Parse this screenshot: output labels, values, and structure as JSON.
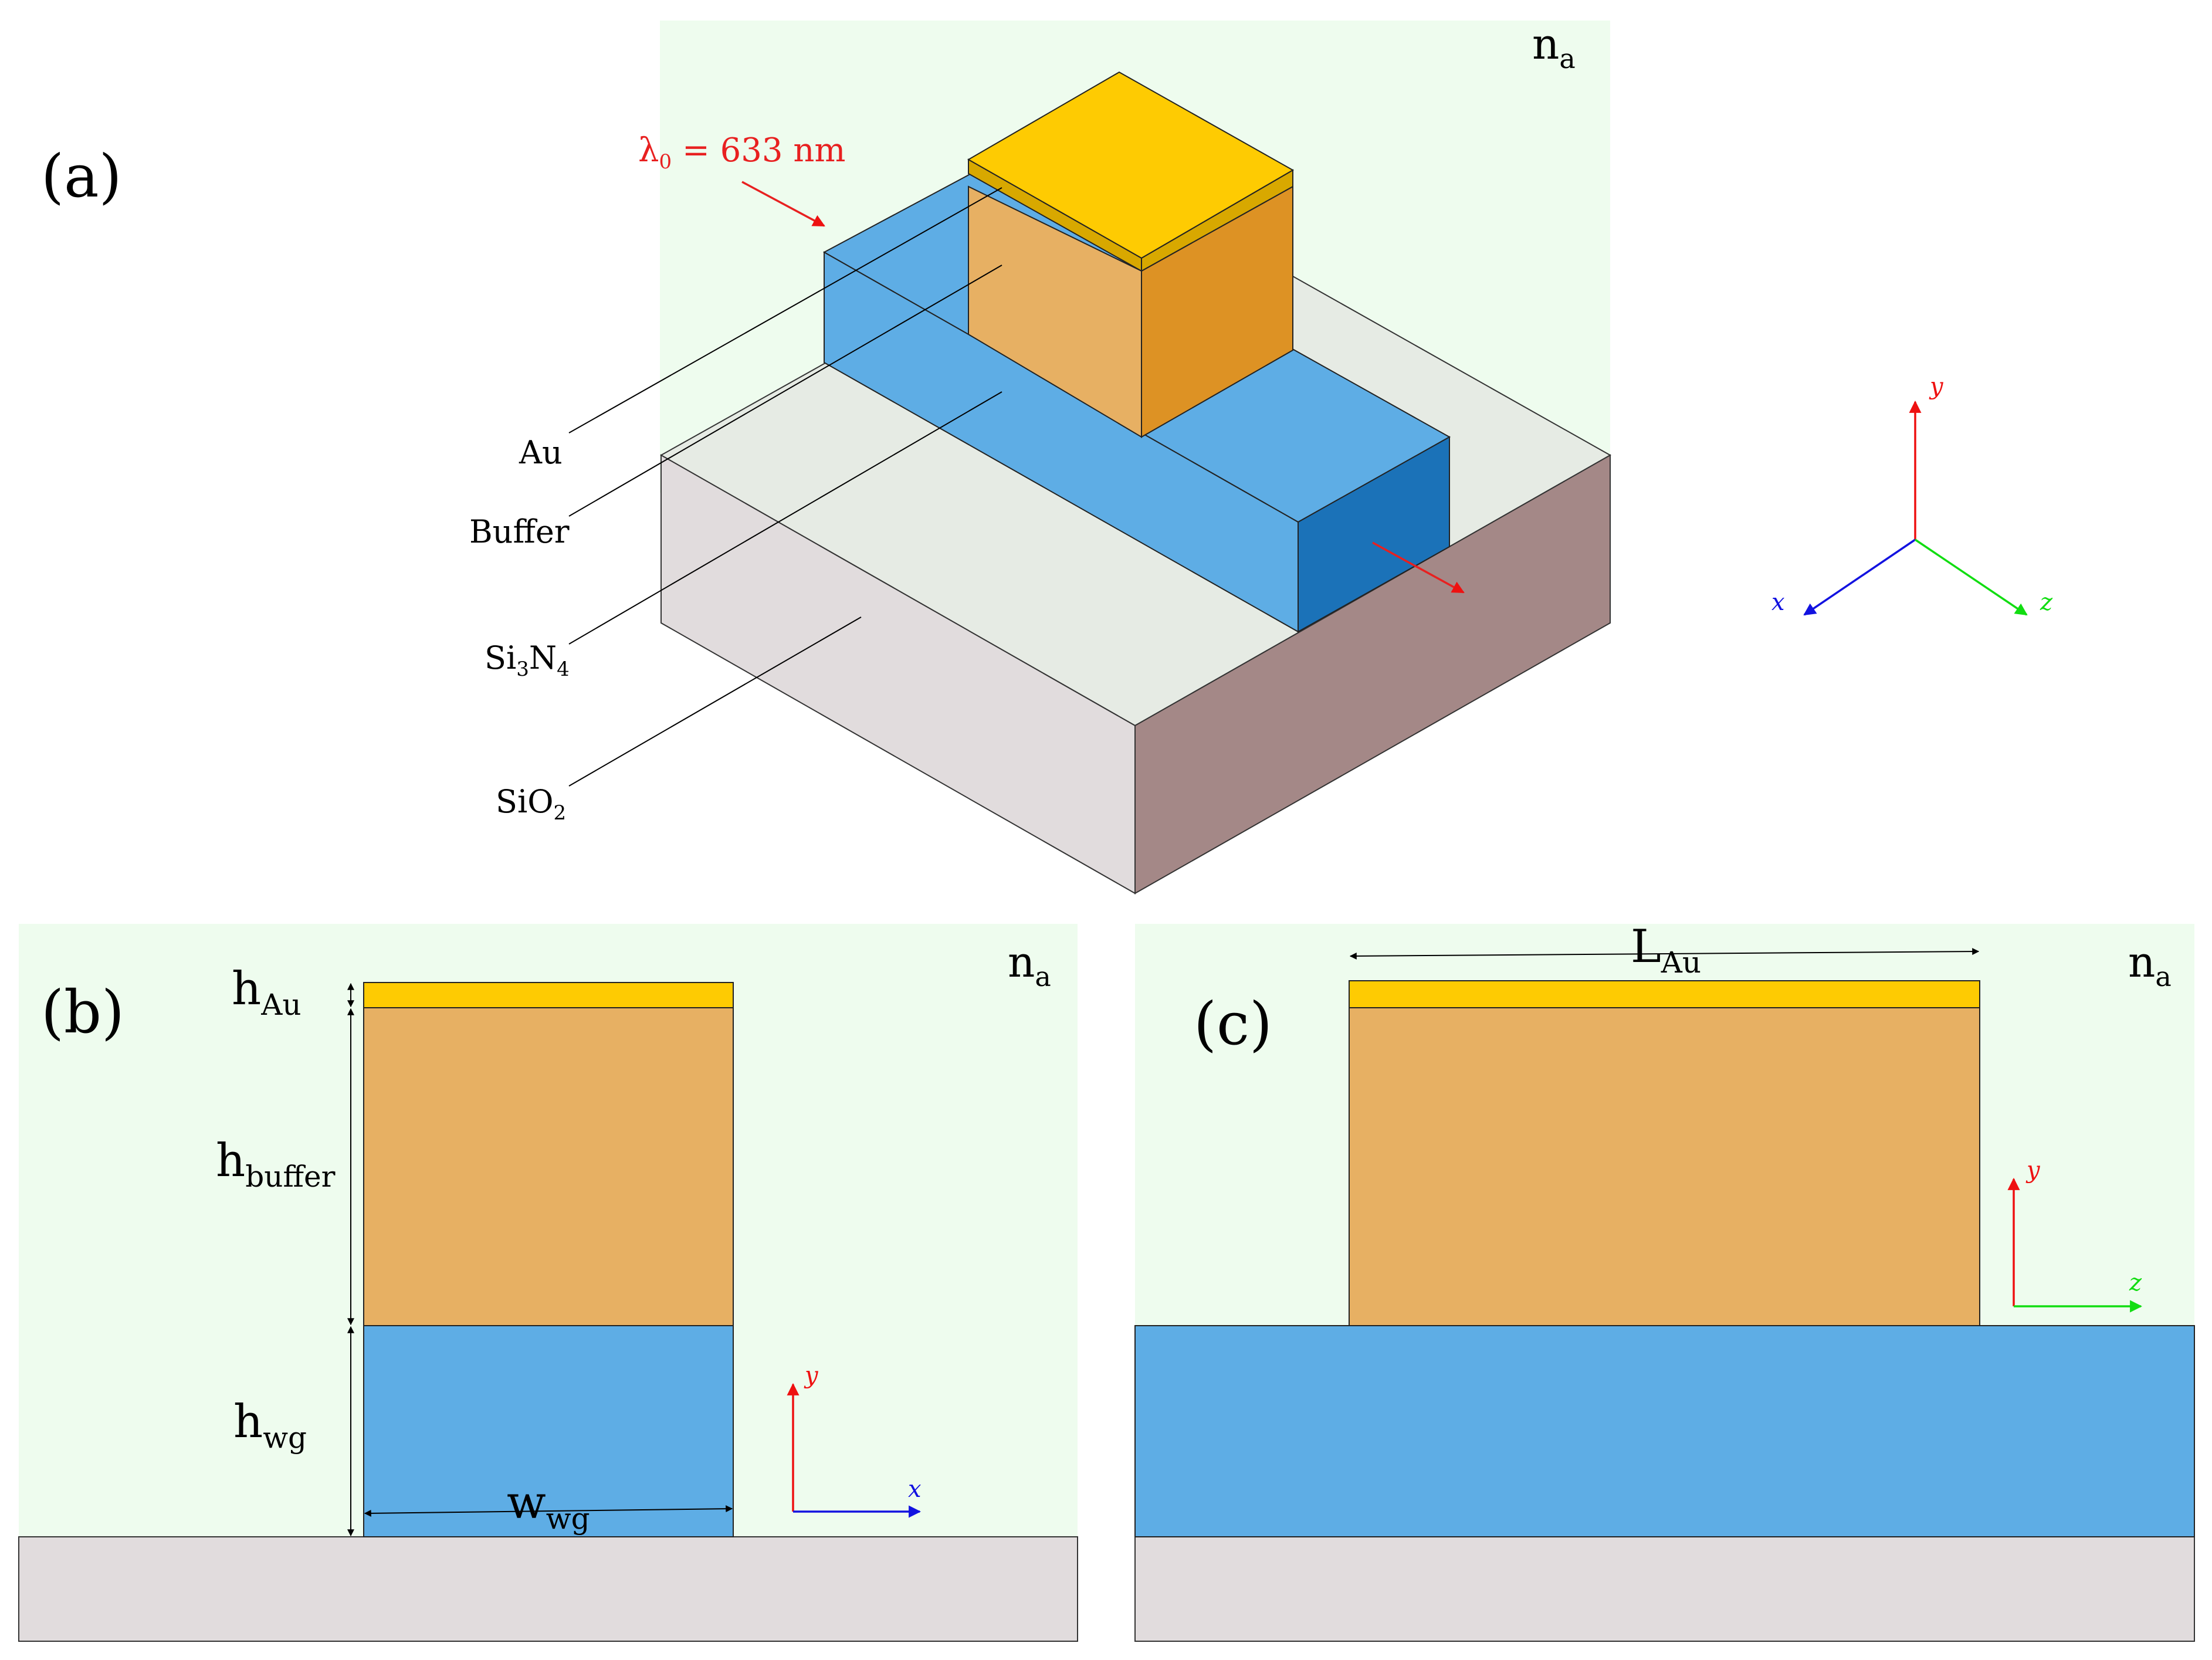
{
  "colors": {
    "ambient": "#eefcee",
    "au_top": "#fecb02",
    "au_edge": "#d8a800",
    "buffer": "#e7b063",
    "buffer_side": "#dd9224",
    "waveguide": "#5eade5",
    "waveguide_end": "#1b72b8",
    "substrate": "#e1dcdd",
    "substrate_side": "#a48887",
    "axis_x": "#1212e0",
    "axis_y": "#ee1111",
    "axis_z": "#11dd11",
    "incident": "#e82020"
  },
  "panel_a": {
    "label": "(a)",
    "medium": "n",
    "medium_sub": "a",
    "wavelength_symbol": "λ",
    "wavelength_sub": "0",
    "wavelength_rest": " = 633 nm",
    "layer_labels": {
      "au": "Au",
      "buffer": "Buffer",
      "si3n4": {
        "a": "Si",
        "b": "3",
        "c": "N",
        "d": "4"
      },
      "sio2": {
        "a": "SiO",
        "b": "2"
      }
    },
    "axes": {
      "x": "x",
      "y": "y",
      "z": "z"
    }
  },
  "panel_b": {
    "label": "(b)",
    "medium": "n",
    "medium_sub": "a",
    "dims": {
      "h_au": {
        "base": "h",
        "sub": "Au"
      },
      "h_buffer": {
        "base": "h",
        "sub": "buffer"
      },
      "h_wg": {
        "base": "h",
        "sub": "wg"
      },
      "w_wg": {
        "base": "w",
        "sub": "wg"
      }
    },
    "axes": {
      "x": "x",
      "y": "y"
    }
  },
  "panel_c": {
    "label": "(c)",
    "medium": "n",
    "medium_sub": "a",
    "dims": {
      "l_au": {
        "base": "L",
        "sub": "Au"
      }
    },
    "axes": {
      "y": "y",
      "z": "z"
    }
  }
}
